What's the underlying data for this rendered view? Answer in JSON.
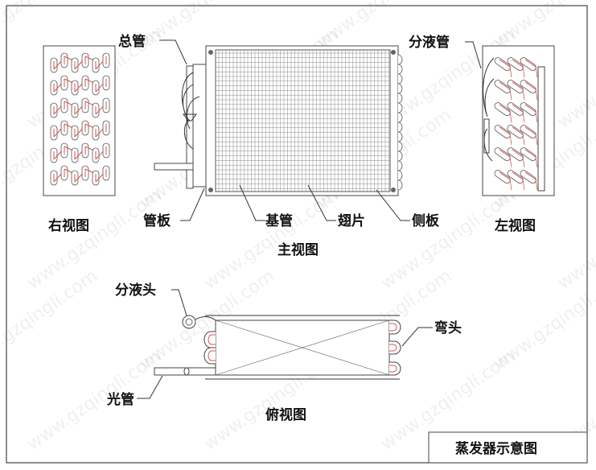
{
  "title": "蒸发器示意图",
  "watermark": "www.gzqingli.com",
  "colors": {
    "tube_red": "#d9534f",
    "line": "#333333",
    "background": "#ffffff"
  },
  "views": {
    "right": "右视图",
    "front": "主视图",
    "left": "左视图",
    "top": "俯视图"
  },
  "labels": {
    "header_pipe": "总管",
    "tube_plate": "管板",
    "base_tube": "基管",
    "fin": "翅片",
    "side_plate": "侧板",
    "distributor_tube": "分液管",
    "distributor_head": "分液头",
    "bare_tube": "光管",
    "elbow": "弯头"
  }
}
